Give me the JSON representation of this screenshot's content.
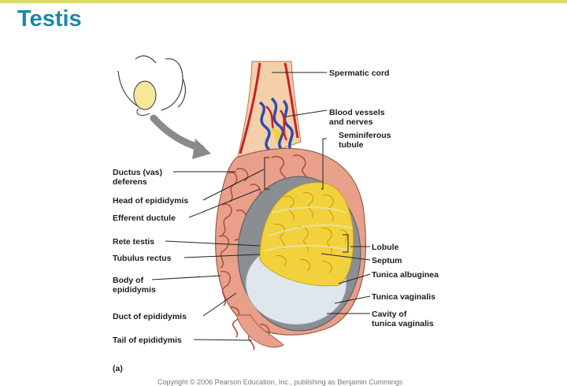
{
  "title": "Testis",
  "labels": {
    "spermatic_cord": "Spermatic cord",
    "blood_vessels_1": "Blood vessels",
    "blood_vessels_2": "and nerves",
    "seminiferous_1": "Seminiferous",
    "seminiferous_2": "tubule",
    "ductus_1": "Ductus (vas)",
    "ductus_2": "deferens",
    "head_epididymis": "Head of epididymis",
    "efferent_ductule": "Efferent ductule",
    "rete_testis": "Rete testis",
    "tubulus_rectus": "Tubulus rectus",
    "body_1": "Body of",
    "body_2": "epididymis",
    "duct_epididymis": "Duct of epididymis",
    "tail_epididymis": "Tail of epididymis",
    "lobule": "Lobule",
    "septum": "Septum",
    "tunica_albuginea": "Tunica albuginea",
    "tunica_vaginalis": "Tunica vaginalis",
    "cavity_1": "Cavity of",
    "cavity_2": "tunica vaginalis",
    "panel": "(a)"
  },
  "copyright": "Copyright © 2006 Pearson Education, Inc., publishing as Benjamin Cummings",
  "colors": {
    "title": "#1a8aa6",
    "epididymis": "#e8a08a",
    "tubule": "#f2d23c",
    "vein": "#2a4fb0",
    "artery": "#c8202a",
    "cord": "#f4cfa8"
  }
}
